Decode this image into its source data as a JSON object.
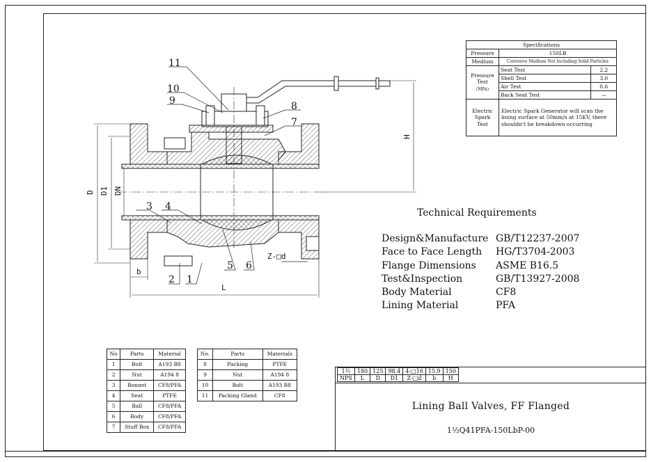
{
  "spec": {
    "title": "Specifications",
    "pressure_label": "Pressure",
    "pressure_value": "150LB",
    "medium_label": "Medium",
    "medium_value": "Corrosive Medium Not Including Solid Particles",
    "pressure_test_label": "Pressure Test",
    "pressure_test_unit": "(MPa)",
    "tests": [
      {
        "name": "Seat Test",
        "value": "2.2"
      },
      {
        "name": "Shell Test",
        "value": "3.0"
      },
      {
        "name": "Air Test",
        "value": "0.6"
      },
      {
        "name": "Back Seat Test",
        "value": "—"
      }
    ],
    "spark_label": "Electric Spark Test",
    "spark_text": "Electric Spark Generator will scan the lining surface at 50mm/s at 15KV, there shouldn't be breakdown occurring"
  },
  "tech": {
    "heading": "Technical Requirements",
    "items": [
      {
        "key": "Design&Manufacture",
        "value": "GB/T12237-2007"
      },
      {
        "key": "Face to Face Length",
        "value": "HG/T3704-2003"
      },
      {
        "key": "Flange Dimensions",
        "value": "ASME B16.5"
      },
      {
        "key": "Test&Inspection",
        "value": "GB/T13927-2008"
      },
      {
        "key": "Body Material",
        "value": "CF8"
      },
      {
        "key": "Lining Material",
        "value": "PFA"
      }
    ]
  },
  "parts_left": {
    "headers": [
      "No",
      "Parts",
      "Material"
    ],
    "rows": [
      [
        "1",
        "Bolt",
        "A193 B8"
      ],
      [
        "2",
        "Nut",
        "A194 8"
      ],
      [
        "3",
        "Bonnet",
        "CF8/PFA"
      ],
      [
        "4",
        "Seat",
        "PTFE"
      ],
      [
        "5",
        "Ball",
        "CF8/PFA"
      ],
      [
        "6",
        "Body",
        "CF8/PFA"
      ],
      [
        "7",
        "Stuff Box",
        "CF8/PFA"
      ]
    ]
  },
  "parts_right": {
    "headers": [
      "No.",
      "Parts",
      "Materials"
    ],
    "rows": [
      [
        "8",
        "Packing",
        "PTFE"
      ],
      [
        "9",
        "Nut",
        "A194 8"
      ],
      [
        "10",
        "Bolt",
        "A193 B8"
      ],
      [
        "11",
        "Packing Gland",
        "CF8"
      ]
    ]
  },
  "dims": {
    "values": [
      "1½",
      "180",
      "125",
      "98.4",
      "4-□16",
      "15.9",
      "150"
    ],
    "headers": [
      "NPS",
      "L",
      "D",
      "D1",
      "Z-□d",
      "b",
      "H"
    ]
  },
  "title": {
    "name": "Lining Ball Valves, FF Flanged",
    "code": "1½Q41PFA-150LbP-00"
  },
  "drawing": {
    "callouts": [
      "1",
      "2",
      "3",
      "4",
      "5",
      "6",
      "7",
      "8",
      "9",
      "10",
      "11"
    ],
    "dim_D": "D",
    "dim_D1": "D1",
    "dim_DN": "DN",
    "dim_L": "L",
    "dim_b": "b",
    "dim_H": "H",
    "dim_Zd": "Z-□d"
  },
  "colors": {
    "line": "#222222",
    "hatch": "#333333",
    "paper": "#ffffff"
  }
}
